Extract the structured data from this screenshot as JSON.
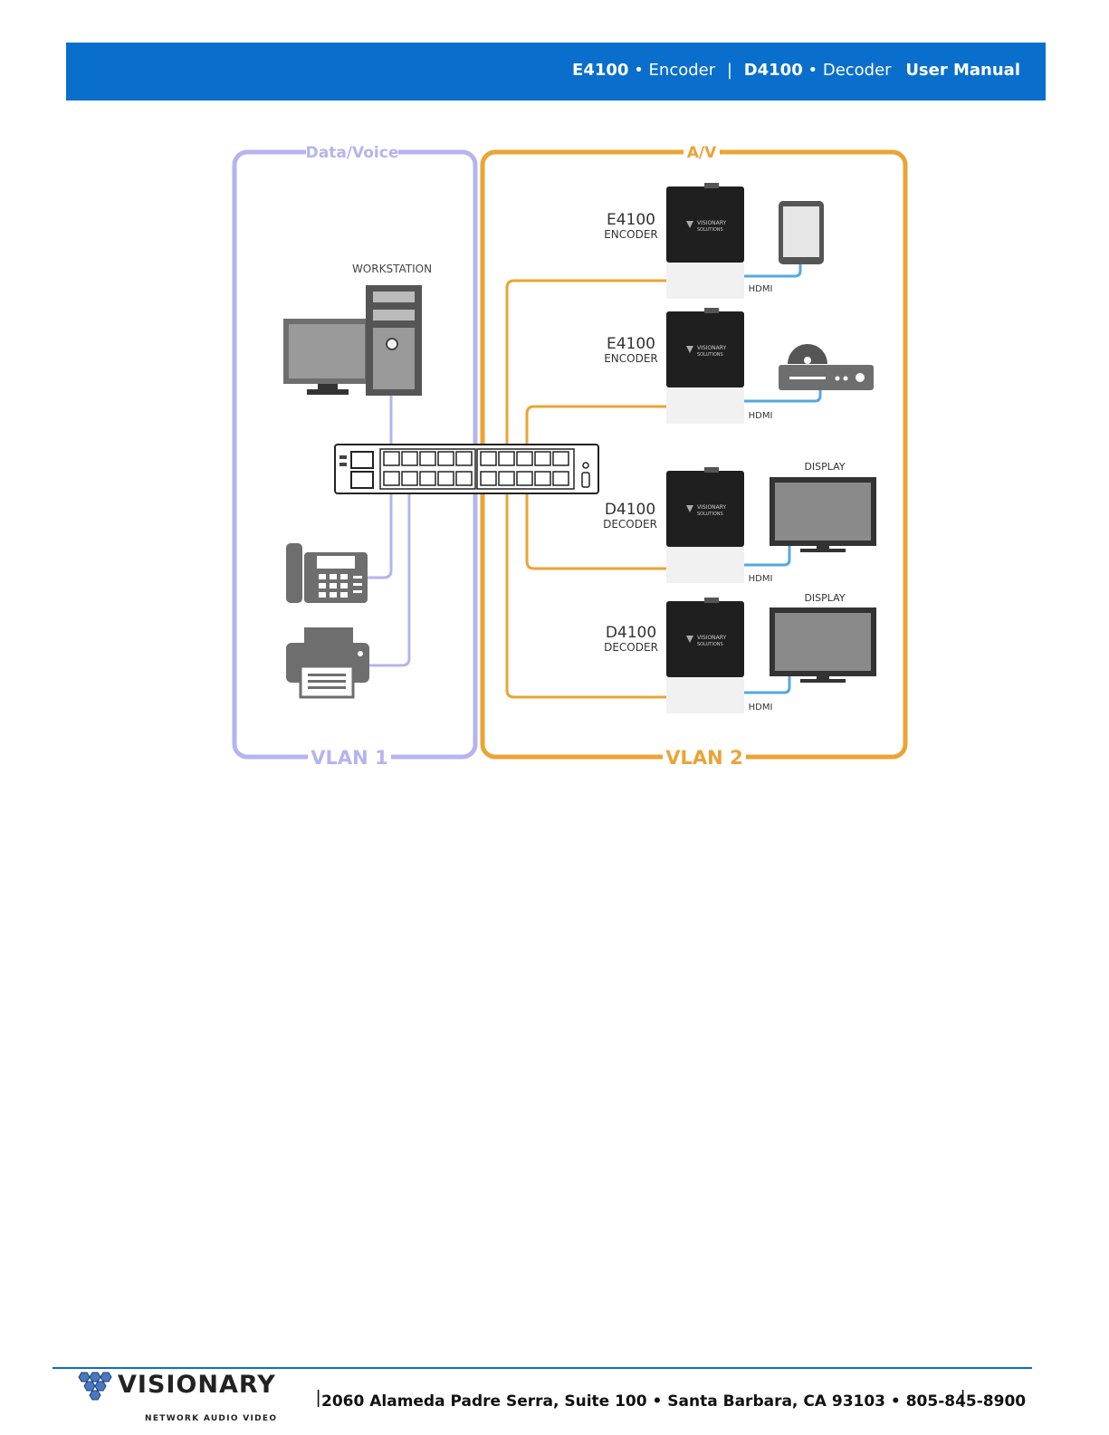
{
  "header": {
    "e_model": "E4100",
    "e_type": "Encoder",
    "separator": "|",
    "d_model": "D4100",
    "d_type": "Decoder",
    "manual": "User Manual",
    "dot": "•"
  },
  "diagram": {
    "left_zone": {
      "top_label": "Data/Voice",
      "bottom_label": "VLAN 1",
      "color": "#b4b4f0"
    },
    "right_zone": {
      "top_label": "A/V",
      "bottom_label": "VLAN 2",
      "color": "#eaa435"
    },
    "workstation_label": "WORKSTATION",
    "devices": [
      {
        "model": "E4100",
        "type": "ENCODER",
        "cable": "HDMI",
        "peripheral": "tablet-icon"
      },
      {
        "model": "E4100",
        "type": "ENCODER",
        "cable": "HDMI",
        "peripheral": "media-player-icon"
      },
      {
        "model": "D4100",
        "type": "DECODER",
        "cable": "HDMI",
        "peripheral": "display-icon",
        "peripheral_label": "DISPLAY"
      },
      {
        "model": "D4100",
        "type": "DECODER",
        "cable": "HDMI",
        "peripheral": "display-icon",
        "peripheral_label": "DISPLAY"
      }
    ],
    "box_brand": "VISIONARY",
    "box_brand_sub": "SOLUTIONS"
  },
  "footer": {
    "logo_word": "VISIONARY",
    "tagline": "NETWORK AUDIO VIDEO",
    "address": "2060 Alameda Padre Serra, Suite 100 • Santa Barbara, CA 93103 • 805-845-8900",
    "bar1": "|",
    "bar2": "|",
    "accent_color": "#0a6fcc"
  }
}
